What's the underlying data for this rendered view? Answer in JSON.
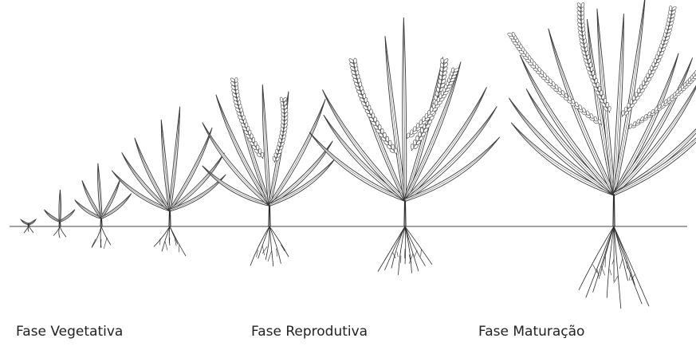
{
  "labels": {
    "vegetative": "Fase Vegetativa",
    "reproductive": "Fase Reprodutiva",
    "maturation": "Fase Maturação"
  },
  "colors": {
    "ink": "#2a2a2a",
    "leaf": "#3a3a3a",
    "grain": "#555555",
    "ground": "#6a6a6a"
  }
}
